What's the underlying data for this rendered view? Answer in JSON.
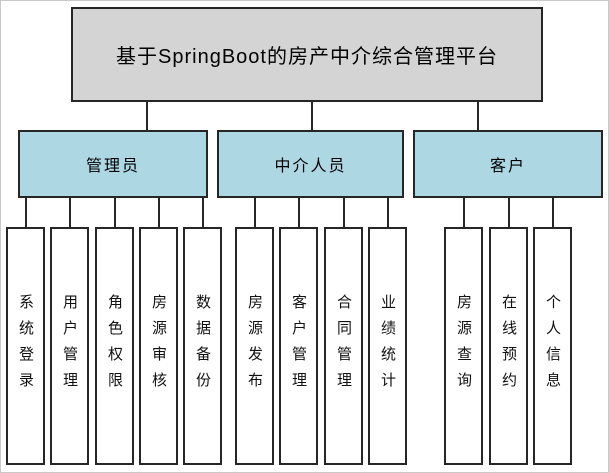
{
  "diagram": {
    "title": "基于SpringBoot的房产中介综合管理平台",
    "colors": {
      "root_fill": "#d4d4d4",
      "branch_fill": "#aed7e4",
      "leaf_fill": "#ffffff",
      "border": "#262626",
      "line": "#262626"
    },
    "branches": [
      {
        "label": "管理员",
        "children": [
          "系统登录",
          "用户管理",
          "角色权限",
          "房源审核",
          "数据备份"
        ]
      },
      {
        "label": "中介人员",
        "children": [
          "房源发布",
          "客户管理",
          "合同管理",
          "业绩统计"
        ]
      },
      {
        "label": "客户",
        "children": [
          "房源查询",
          "在线预约",
          "个人信息"
        ]
      }
    ]
  }
}
